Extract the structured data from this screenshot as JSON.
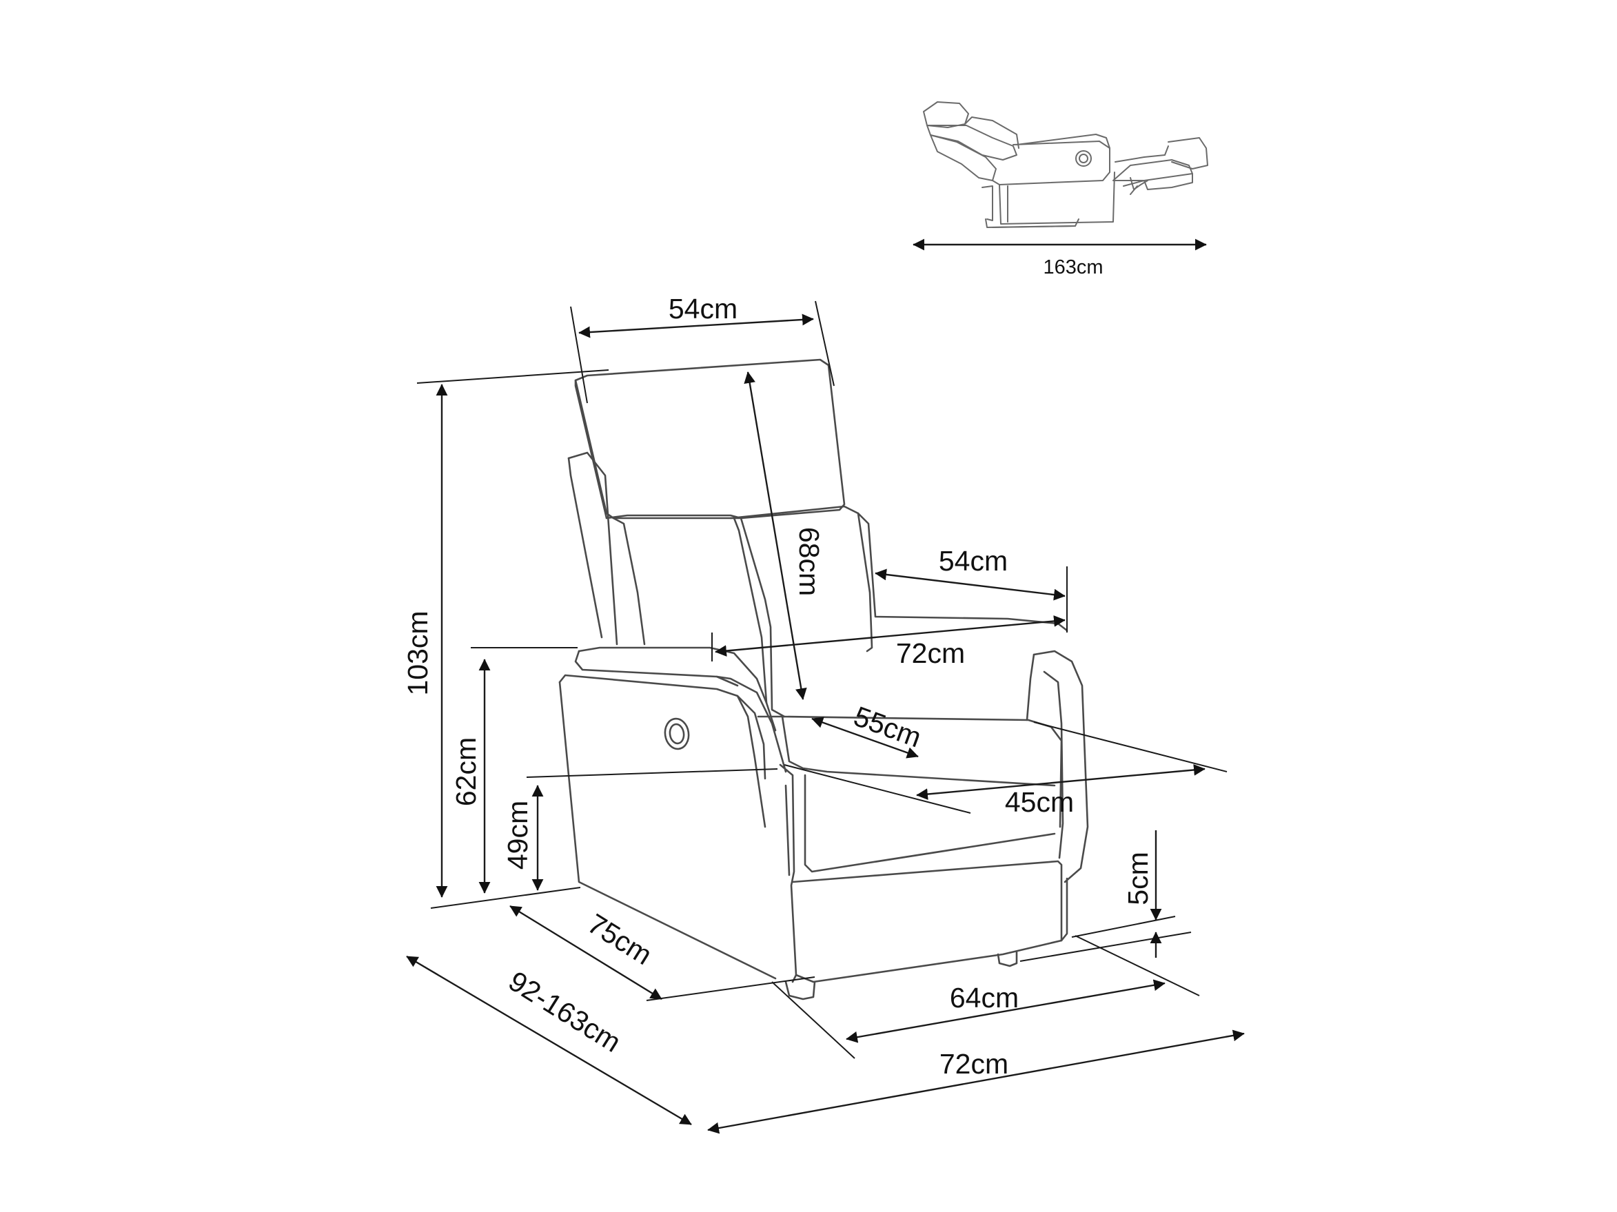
{
  "dimensions": {
    "reclined_length": "163cm",
    "headrest_width": "54cm",
    "backrest_height": "68cm",
    "armrest_depth": "54cm",
    "seat_width_between_armrests": "72cm",
    "seat_depth": "55cm",
    "seat_width": "45cm",
    "total_height": "103cm",
    "armrest_height": "62cm",
    "seat_height": "49cm",
    "ground_clearance": "5cm",
    "side_depth": "75cm",
    "base_width": "64cm",
    "total_width": "72cm",
    "total_depth": "92-163cm"
  }
}
